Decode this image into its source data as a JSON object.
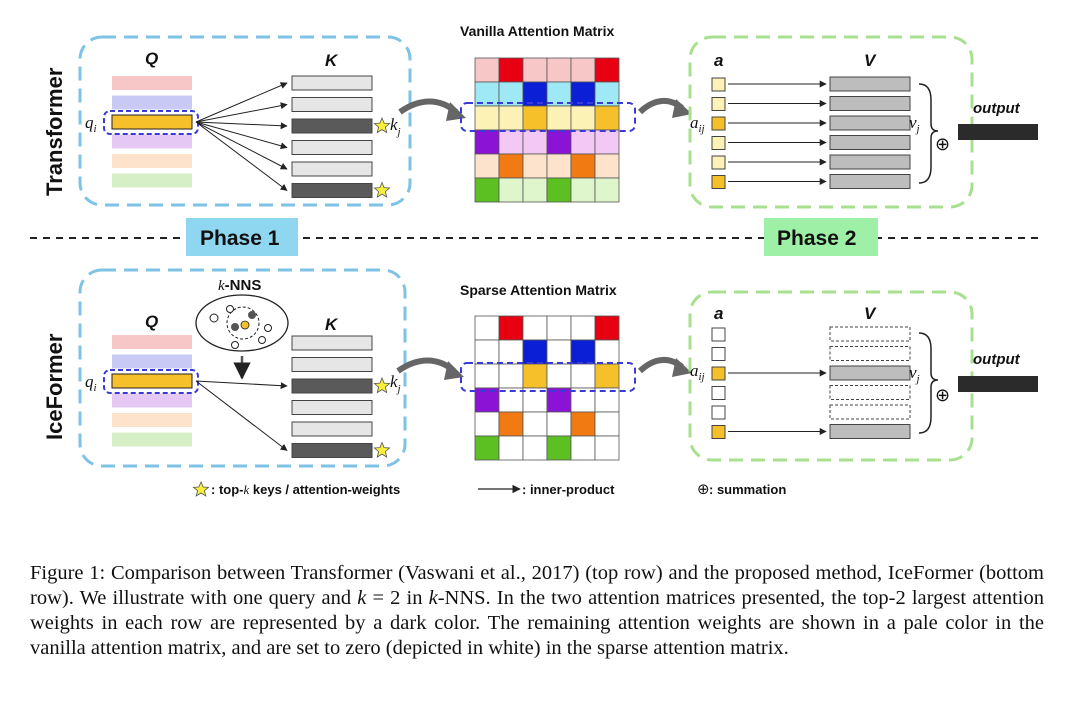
{
  "rows": {
    "transformer": "Transformer",
    "iceformer": "IceFormer"
  },
  "phases": {
    "phase1": "Phase 1",
    "phase2": "Phase 2"
  },
  "labels": {
    "q_col": "Q",
    "k_col": "K",
    "a_col": "a",
    "v_col": "V",
    "q_i": "q",
    "q_i_sub": "i",
    "k_j": "k",
    "k_j_sub": "j",
    "a_ij": "a",
    "a_ij_sub": "ij",
    "v_j": "v",
    "v_j_sub": "j",
    "output": "output",
    "knns_k": "k",
    "knns_rest": "-NNS",
    "oplus": "⊕"
  },
  "matrices": {
    "vanilla_title": "Vanilla Attention Matrix",
    "sparse_title": "Sparse Attention Matrix",
    "vanilla": [
      [
        "#f7c6c6",
        "#e60012",
        "#f7c6c6",
        "#f7c6c6",
        "#f7c6c6",
        "#e60012"
      ],
      [
        "#9ee9f5",
        "#9ee9f5",
        "#0a1fd6",
        "#9ee9f5",
        "#0a1fd6",
        "#9ee9f5"
      ],
      [
        "#fdf2b6",
        "#fdf2b6",
        "#f6c02a",
        "#fdf2b6",
        "#fdf2b6",
        "#f6c02a"
      ],
      [
        "#8a13d6",
        "#f3c8f5",
        "#f3c8f5",
        "#8a13d6",
        "#f3c8f5",
        "#f3c8f5"
      ],
      [
        "#fde3cc",
        "#f27a12",
        "#fde3cc",
        "#fde3cc",
        "#f27a12",
        "#fde3cc"
      ],
      [
        "#5cbf22",
        "#dff5cc",
        "#dff5cc",
        "#5cbf22",
        "#dff5cc",
        "#dff5cc"
      ]
    ],
    "sparse": [
      [
        "#ffffff",
        "#e60012",
        "#ffffff",
        "#ffffff",
        "#ffffff",
        "#e60012"
      ],
      [
        "#ffffff",
        "#ffffff",
        "#0a1fd6",
        "#ffffff",
        "#0a1fd6",
        "#ffffff"
      ],
      [
        "#ffffff",
        "#ffffff",
        "#f6c02a",
        "#ffffff",
        "#ffffff",
        "#f6c02a"
      ],
      [
        "#8a13d6",
        "#ffffff",
        "#ffffff",
        "#8a13d6",
        "#ffffff",
        "#ffffff"
      ],
      [
        "#ffffff",
        "#f27a12",
        "#ffffff",
        "#ffffff",
        "#f27a12",
        "#ffffff"
      ],
      [
        "#5cbf22",
        "#ffffff",
        "#ffffff",
        "#5cbf22",
        "#ffffff",
        "#ffffff"
      ]
    ]
  },
  "q_colors": [
    "#f7c6c6",
    "#c9c9f5",
    "#f6c02a",
    "#e6c8f5",
    "#fde3cc",
    "#d6efc6"
  ],
  "k_styles": [
    "light",
    "light",
    "dark",
    "light",
    "light",
    "dark"
  ],
  "a_transformer": [
    "light",
    "light",
    "dark",
    "light",
    "light",
    "dark"
  ],
  "a_iceformer": [
    "empty",
    "empty",
    "dark",
    "empty",
    "empty",
    "dark"
  ],
  "v_iceformer": [
    "dashed",
    "dashed",
    "solid",
    "dashed",
    "dashed",
    "solid"
  ],
  "legend": {
    "star_prefix": ": top-",
    "star_k": "k",
    "star_suffix": " keys / attention-weights",
    "arrow": ": inner-product",
    "sum_symbol": "⊕",
    "sum_text": ": summation"
  },
  "caption": {
    "p1": "Figure 1: Comparison between Transformer (Vaswani et al., 2017) (top row) and the proposed method, IceFormer (bottom row). We illustrate with one query and ",
    "k1": "k",
    "eq": " = 2 in ",
    "k2": "k",
    "p2": "-NNS. In the two attention matrices presented, the top-2 largest attention weights in each row are represented by a dark color. The remaining attention weights are shown in a pale color in the vanilla attention matrix, and are set to zero (depicted in white) in the sparse attention matrix."
  },
  "colors": {
    "blue_dash": "#7ec3e6",
    "green_dash": "#a9e08f",
    "query_dash": "#3a3ad6",
    "phase1_bg": "#8fd6f0",
    "phase2_bg": "#9ef0a6",
    "k_light": "#e6e6e6",
    "k_dark": "#5a5a5a",
    "v_fill": "#bdbdbd",
    "a_light": "#fdf2b6",
    "a_dark": "#f6c02a",
    "output": "#2b2b2b"
  }
}
